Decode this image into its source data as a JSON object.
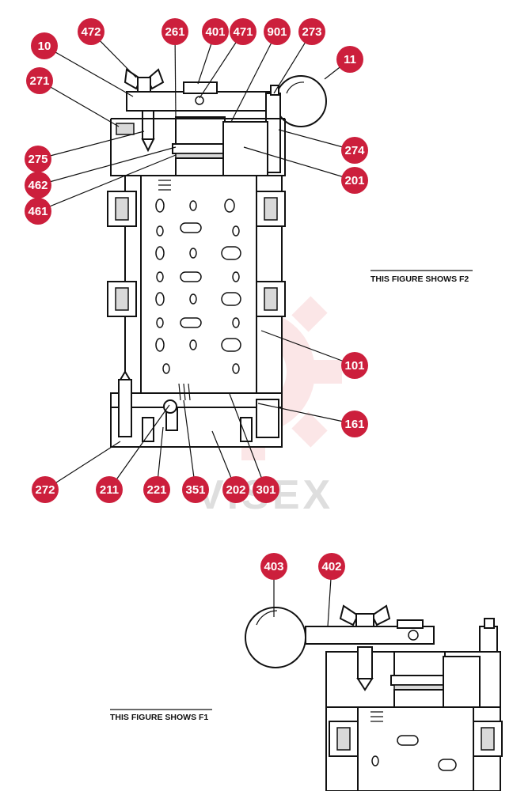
{
  "colors": {
    "callout_fill": "#cc1f3c",
    "line": "#111111",
    "watermark": "#f4b8bd"
  },
  "figures": {
    "f2_caption": "THIS FIGURE SHOWS F2",
    "f1_caption": "THIS FIGURE SHOWS F1"
  },
  "watermark": {
    "text": "VISEX"
  },
  "callouts_f2": [
    "472",
    "261",
    "401",
    "471",
    "901",
    "273",
    "10",
    "11",
    "271",
    "275",
    "274",
    "462",
    "201",
    "461",
    "101",
    "161",
    "272",
    "211",
    "221",
    "351",
    "202",
    "301"
  ],
  "callouts_f1": [
    "403",
    "402"
  ]
}
